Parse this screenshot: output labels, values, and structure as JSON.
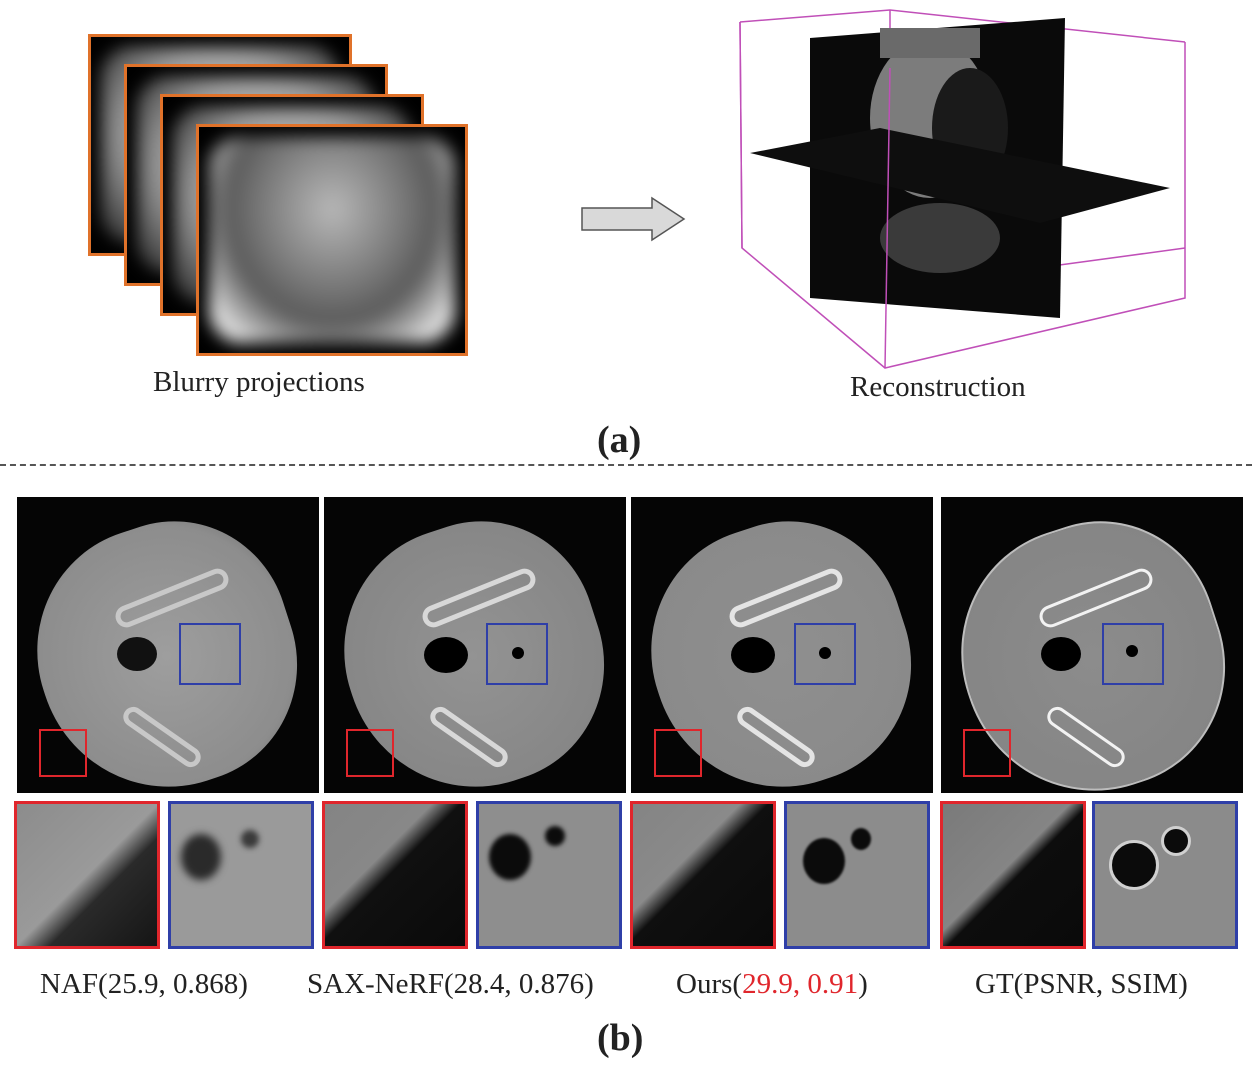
{
  "panel_a": {
    "label": "(a)",
    "left_caption": "Blurry projections",
    "right_caption": "Reconstruction"
  },
  "panel_b": {
    "label": "(b)",
    "methods": [
      {
        "name": "NAF",
        "psnr": "25.9",
        "ssim": "0.868"
      },
      {
        "name": "SAX-NeRF",
        "psnr": "28.4",
        "ssim": "0.876"
      },
      {
        "name": "Ours",
        "psnr": "29.9",
        "ssim": "0.91"
      },
      {
        "name": "GT",
        "psnr": "PSNR",
        "ssim": "SSIM"
      }
    ]
  },
  "colors": {
    "highlight": "#e0262c",
    "roi_red": "#e0262c",
    "roi_blue": "#2f3fa8",
    "projection_border": "#e0722a",
    "bounding_box": "#c04fb8"
  }
}
